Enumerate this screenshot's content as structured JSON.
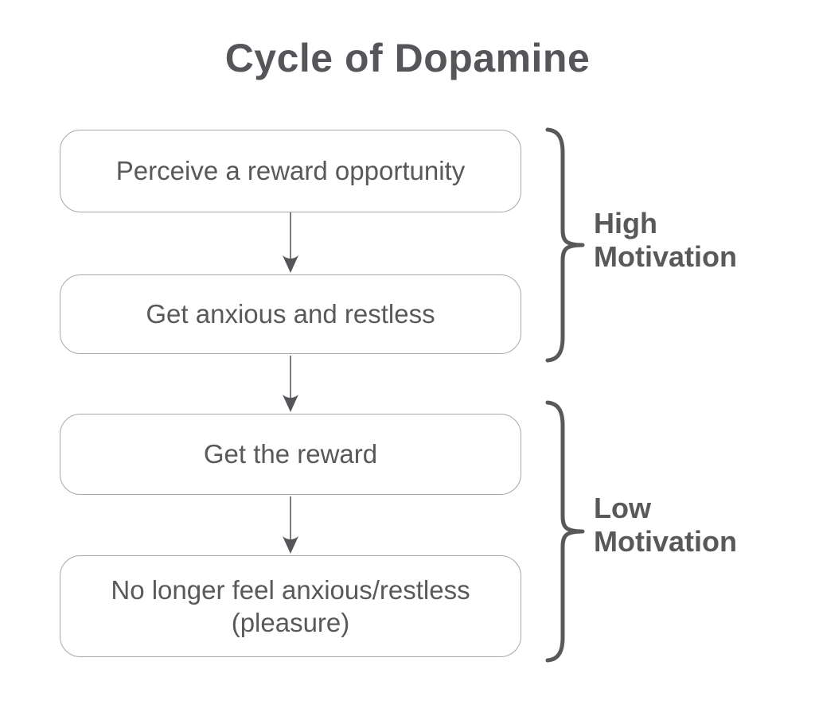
{
  "title": "Cycle of Dopamine",
  "flow": {
    "steps": [
      {
        "label": "Perceive a reward opportunity"
      },
      {
        "label": "Get anxious and restless"
      },
      {
        "label": "Get the reward"
      },
      {
        "label": "No longer feel anxious/restless\n(pleasure)"
      }
    ]
  },
  "groups": {
    "high": {
      "label": "High\nMotivation"
    },
    "low": {
      "label": "Low\nMotivation"
    }
  },
  "colors": {
    "text": "#58595b",
    "title": "#545659",
    "box_border": "#a6a8ab",
    "brace": "#58595b",
    "arrow_line": "#7b7d80",
    "arrow_head": "#55565a",
    "background": "#ffffff"
  }
}
